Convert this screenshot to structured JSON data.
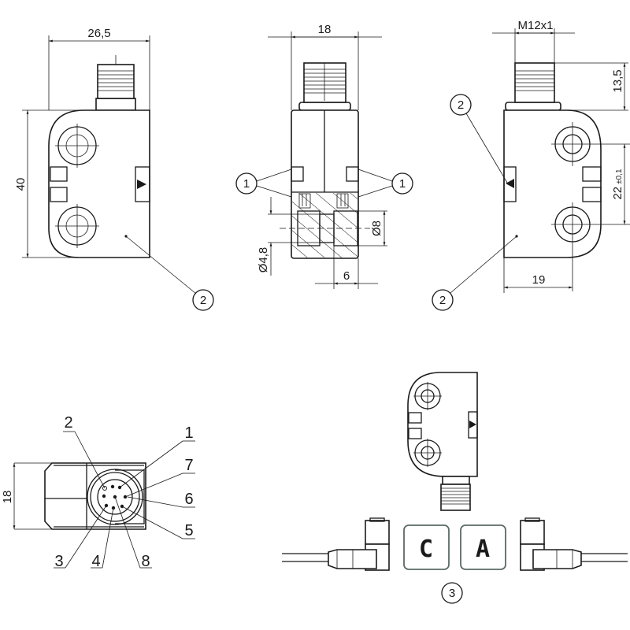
{
  "front_view": {
    "dim_width": "26,5",
    "dim_height": "40",
    "callout": "2"
  },
  "side_view": {
    "dim_width": "18",
    "dim_bore": "Ø8",
    "dim_hole": "Ø4,8",
    "dim_offset": "6",
    "callout_left": "1",
    "callout_right": "1"
  },
  "rear_view": {
    "dim_thread": "M12x1",
    "dim_connector": "13,5",
    "dim_hole_spacing": "22",
    "dim_tolerance": "±0,1",
    "dim_depth": "19",
    "callout_top": "2",
    "callout_bottom": "2"
  },
  "pinout_view": {
    "dim_height": "18",
    "pins": [
      "1",
      "2",
      "3",
      "4",
      "5",
      "6",
      "7",
      "8"
    ]
  },
  "coding_view": {
    "key_c": "C",
    "key_a": "A",
    "callout": "3"
  }
}
